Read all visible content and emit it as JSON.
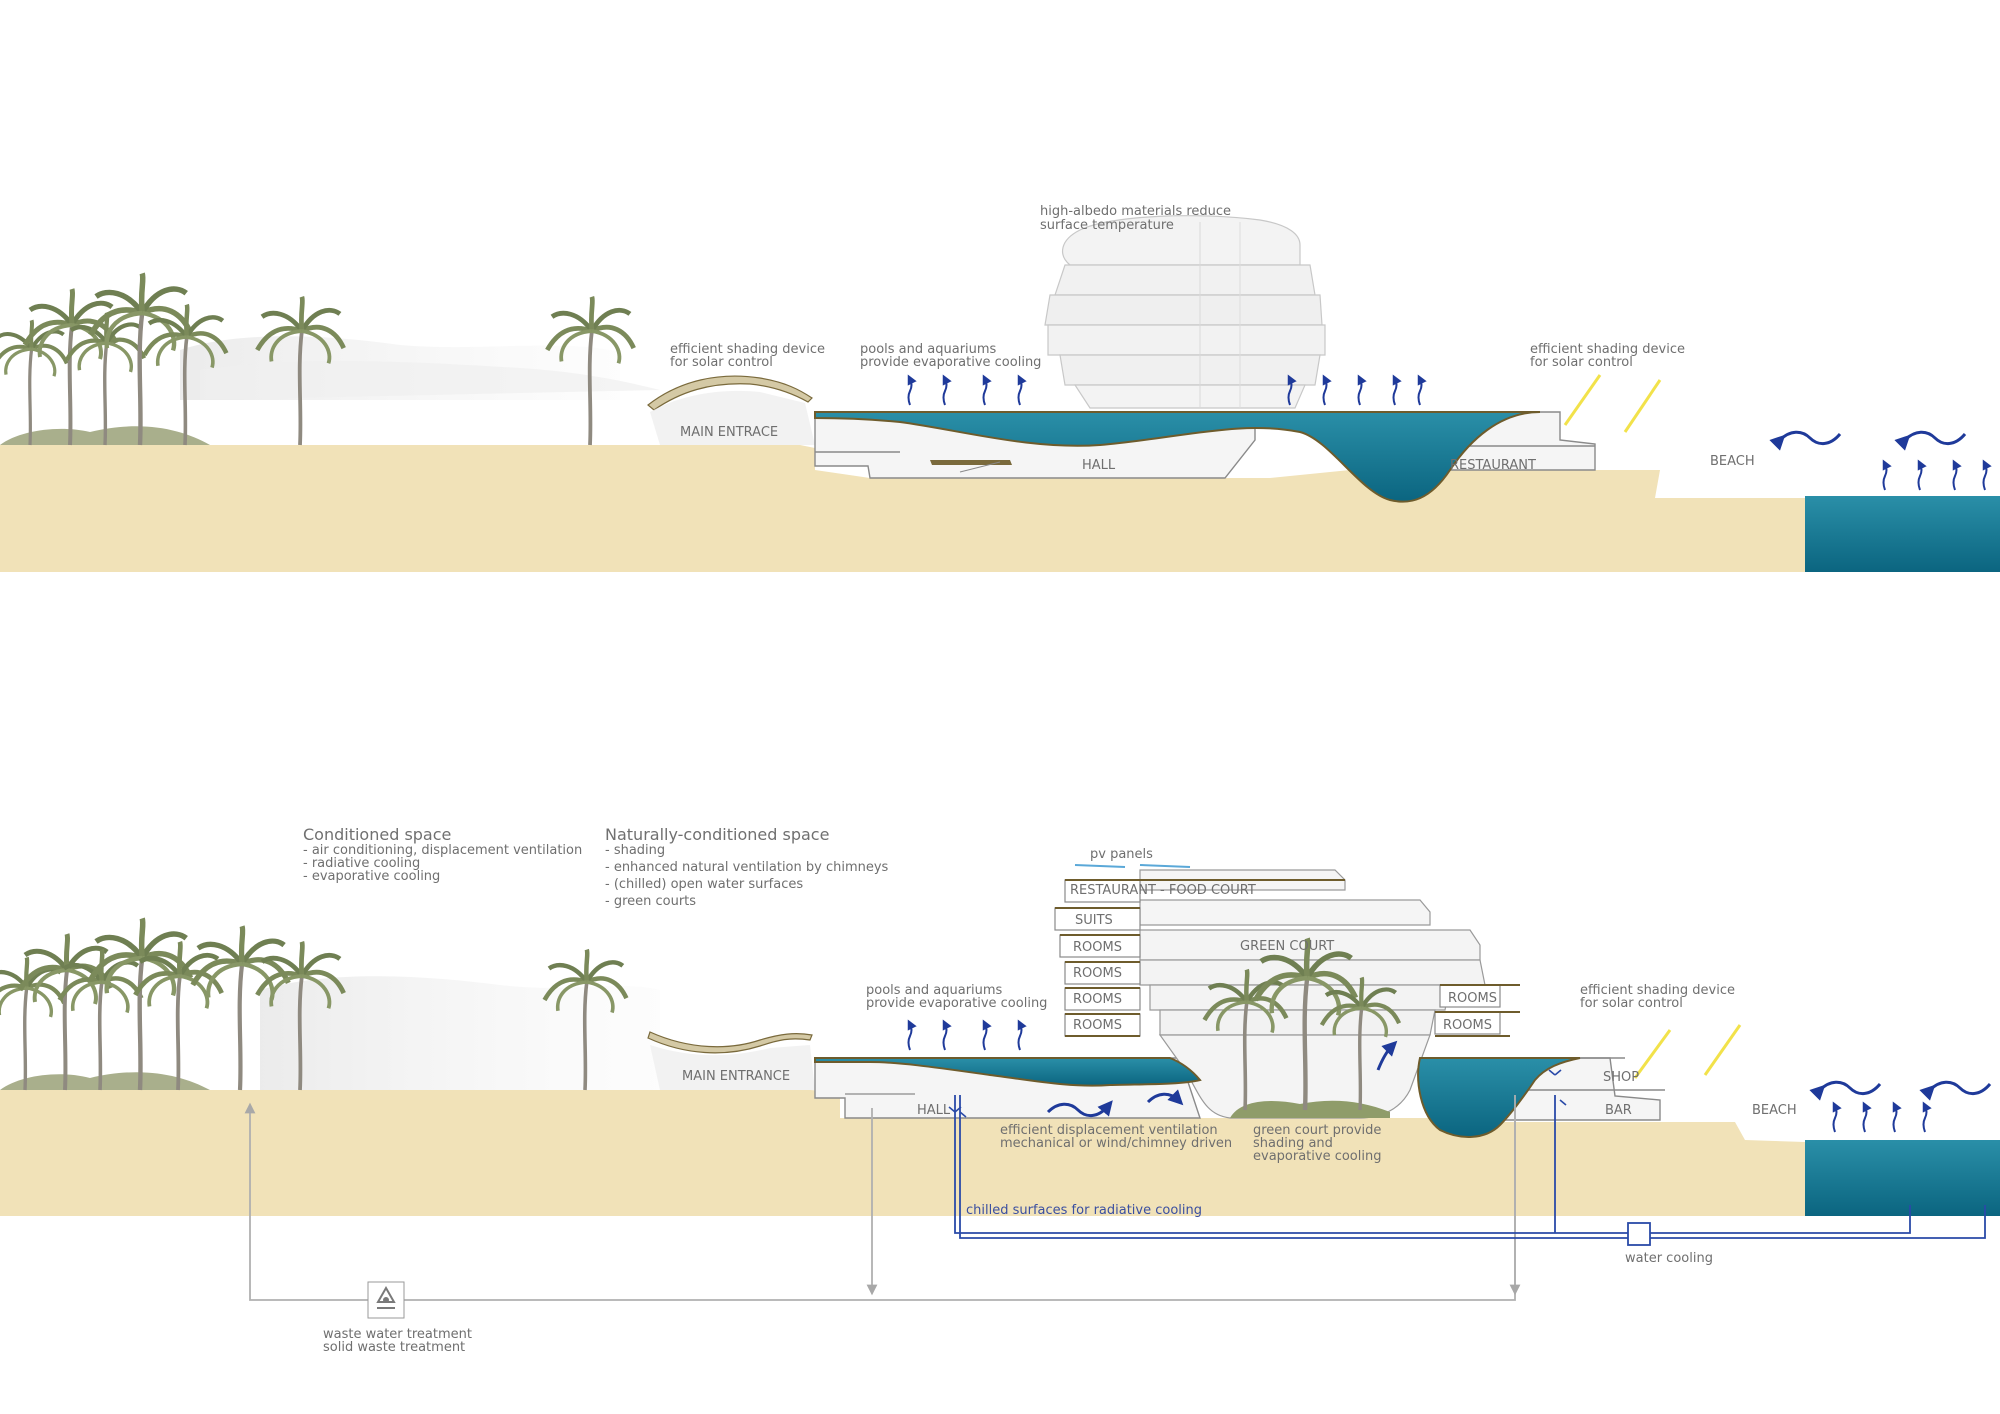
{
  "colors": {
    "sand": "#f1e2b8",
    "water": "#17829c",
    "water_dark": "#0d6a82",
    "shade_yellow": "#f2e24a",
    "flow_blue": "#1f3a9a",
    "label_grey": "#6f6f6f"
  },
  "icons": {
    "palm": "palm-tree-icon",
    "recycle": "recycle-icon",
    "arrow": "arrow-up-icon",
    "wind": "wind-wave-icon"
  },
  "section_top": {
    "annotations": {
      "albedo_line1": "high-albedo materials reduce",
      "albedo_line2": "surface temperature",
      "shading_left_line1": "efficient shading device",
      "shading_left_line2": "for solar control",
      "pools_line1": "pools and aquariums",
      "pools_line2": "provide evaporative cooling",
      "shading_right_line1": "efficient shading device",
      "shading_right_line2": "for solar control"
    },
    "spaces": {
      "main_entrance": "MAIN ENTRACE",
      "hall": "HALL",
      "restaurant": "RESTAURANT",
      "beach": "BEACH"
    }
  },
  "section_bottom": {
    "conditioned": {
      "title": "Conditioned space",
      "items": [
        "- air conditioning, displacement ventilation",
        "- radiative cooling",
        "- evaporative cooling"
      ]
    },
    "naturally": {
      "title": "Naturally-conditioned space",
      "items": [
        "- shading",
        "- enhanced natural ventilation by chimneys",
        "- (chilled) open water surfaces",
        "- green courts"
      ]
    },
    "annotations": {
      "pv": "pv panels",
      "pools_line1": "pools and aquariums",
      "pools_line2": "provide evaporative cooling",
      "shading_line1": "efficient shading device",
      "shading_line2": "for solar control",
      "ventilation_line1": "efficient displacement ventilation",
      "ventilation_line2": "mechanical or wind/chimney driven",
      "greencourt_line1": "green court provide",
      "greencourt_line2": "shading and",
      "greencourt_line3": "evaporative cooling",
      "chilled": "chilled surfaces for radiative cooling",
      "water_cooling": "water cooling",
      "waste_line1": "waste water treatment",
      "waste_line2": "solid waste treatment"
    },
    "spaces": {
      "restaurant_food_court": "RESTAURANT - FOOD COURT",
      "suits": "SUITS",
      "rooms": "ROOMS",
      "green_court": "GREEN COURT",
      "main_entrance": "MAIN ENTRANCE",
      "hall": "HALL",
      "shop": "SHOP",
      "bar": "BAR",
      "beach": "BEACH"
    }
  }
}
